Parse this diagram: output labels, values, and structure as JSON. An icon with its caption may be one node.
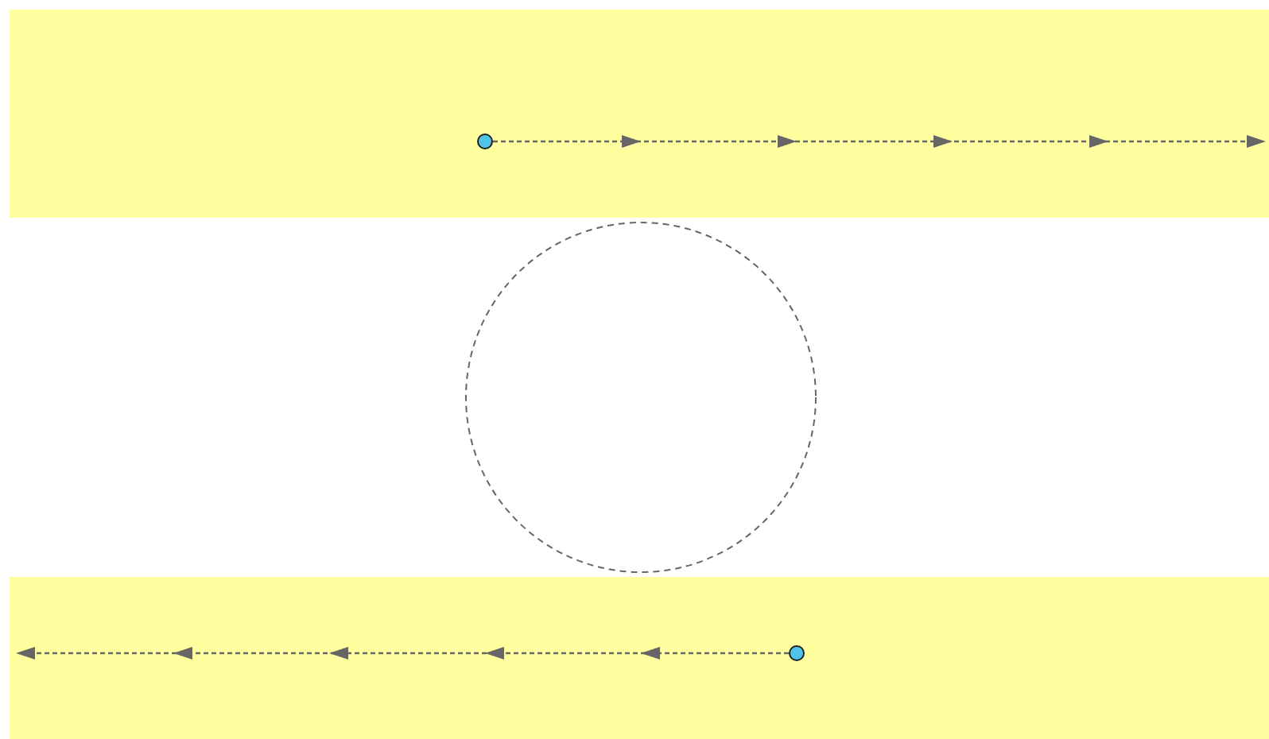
{
  "diagram": {
    "nodes": [
      {
        "text": [],
        "shape": "bar"
      },
      {
        "text": [],
        "shape": "circle",
        "in": 0
      },
      {
        "text": [],
        "shape": "circle"
      },
      {
        "text": [],
        "shape": "bar"
      },
      {
        "text": [],
        "shape": "circle",
        "in": 3
      }
    ],
    "edges": [
      {
        "from": 1,
        "to": null,
        "arrow": "to",
        "style": "dashed"
      },
      {
        "from": 4,
        "to": null,
        "arrow": "to",
        "style": "dashed"
      }
    ]
  }
}
